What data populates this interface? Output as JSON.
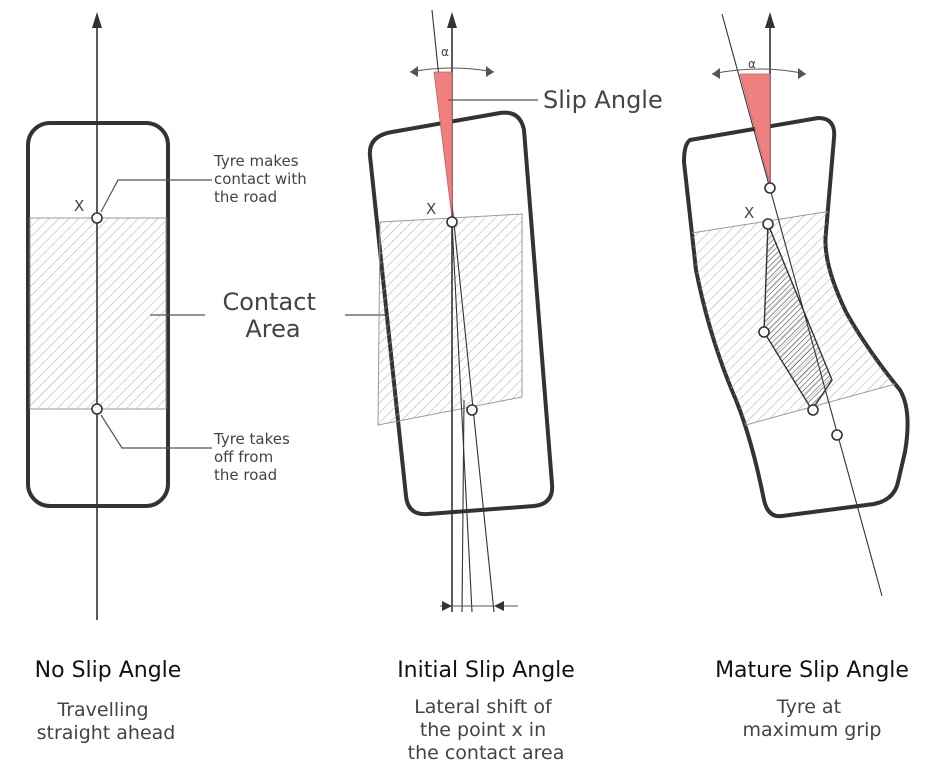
{
  "panels": [
    {
      "title": "No Slip Angle",
      "subtitle_lines": [
        "Travelling",
        "straight ahead"
      ],
      "point_label": "X",
      "annotations": {
        "contact_lines": [
          "Tyre makes",
          "contact with",
          "the road"
        ],
        "takeoff_lines": [
          "Tyre takes",
          "off from",
          "the road"
        ]
      }
    },
    {
      "title": "Initial Slip Angle",
      "subtitle_lines": [
        "Lateral shift of",
        "the point x in",
        "the contact area"
      ],
      "point_label": "X",
      "angle_symbol": "α"
    },
    {
      "title": "Mature Slip Angle",
      "subtitle_lines": [
        "Tyre at",
        "maximum grip"
      ],
      "point_label": "X",
      "angle_symbol": "α"
    }
  ],
  "callouts": {
    "contact_area_lines": [
      "Contact",
      "Area"
    ],
    "slip_angle": "Slip Angle"
  },
  "colors": {
    "slip_wedge": "#f08080",
    "outline": "#333333"
  }
}
